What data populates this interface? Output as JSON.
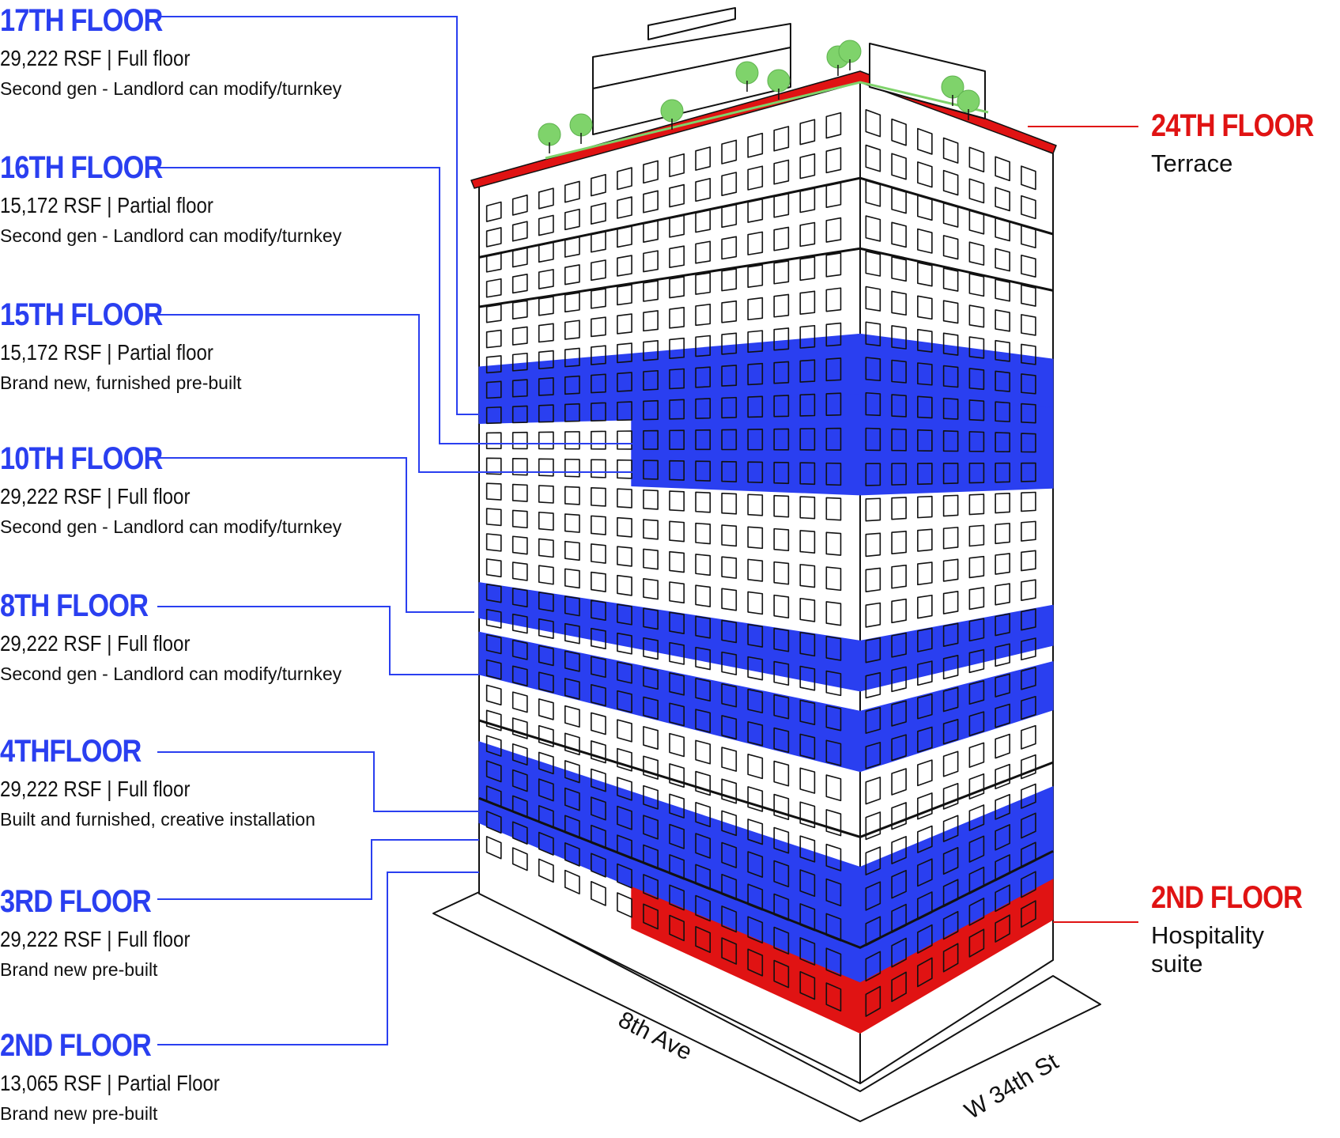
{
  "floors_left": [
    {
      "title": "17TH FLOOR",
      "size": "29,222 RSF | Full floor",
      "desc": "Second gen - Landlord can modify/turnkey"
    },
    {
      "title": "16TH FLOOR",
      "size": "15,172 RSF | Partial floor",
      "desc": "Second gen - Landlord can modify/turnkey"
    },
    {
      "title": "15TH FLOOR",
      "size": "15,172 RSF | Partial floor",
      "desc": "Brand new, furnished pre-built"
    },
    {
      "title": "10TH FLOOR",
      "size": "29,222 RSF | Full floor",
      "desc": "Second gen - Landlord can modify/turnkey"
    },
    {
      "title": "8TH FLOOR",
      "size": "29,222 RSF | Full floor",
      "desc": "Second gen - Landlord can modify/turnkey"
    },
    {
      "title": "4THFLOOR",
      "size": "29,222 RSF | Full floor",
      "desc": "Built and furnished, creative installation"
    },
    {
      "title": "3RD FLOOR",
      "size": "29,222 RSF | Full floor",
      "desc": "Brand new pre-built"
    },
    {
      "title": "2ND FLOOR",
      "size": "13,065 RSF | Partial Floor",
      "desc": "Brand new pre-built"
    }
  ],
  "floors_right": [
    {
      "title": "24TH FLOOR",
      "desc": "Terrace"
    },
    {
      "title": "2ND FLOOR",
      "desc": "Hospitality\nsuite"
    }
  ],
  "streets": {
    "avenue": "8th Ave",
    "street": "W 34th St"
  },
  "colors": {
    "available": "#2a3ff0",
    "highlight": "#e01313",
    "greenery": "#7fd36b",
    "outline": "#111111"
  }
}
